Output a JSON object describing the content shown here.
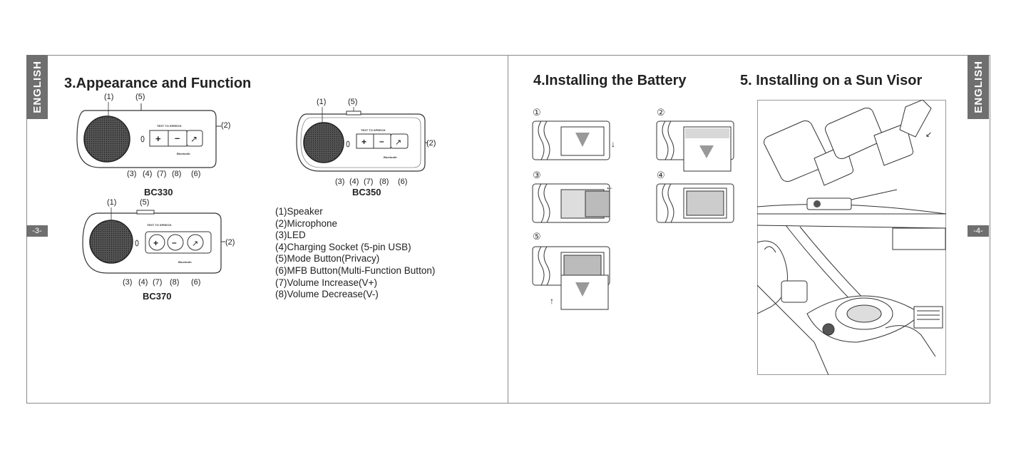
{
  "tabs": {
    "language": "ENGLISH",
    "page_left": "-3-",
    "page_right": "-4-"
  },
  "left_page": {
    "title": "3.Appearance and Function",
    "devices": [
      {
        "model": "BC330"
      },
      {
        "model": "BC350"
      },
      {
        "model": "BC370"
      }
    ],
    "callouts": [
      "(1)",
      "(2)",
      "(3)",
      "(4)",
      "(5)",
      "(6)",
      "(7)",
      "(8)"
    ],
    "device_print": {
      "top_label": "TEXT TO SPEECH",
      "brand": "Bluetooth"
    },
    "functions": [
      "(1)Speaker",
      "(2)Microphone",
      "(3)LED",
      "(4)Charging Socket (5-pin USB)",
      "(5)Mode Button(Privacy)",
      "(6)MFB Button(Multi-Function Button)",
      "(7)Volume Increase(V+)",
      "(8)Volume Decrease(V-)"
    ]
  },
  "right_page": {
    "battery_title": "4.Installing the Battery",
    "visor_title": "5. Installing on a  Sun Visor",
    "steps": [
      "①",
      "②",
      "③",
      "④",
      "⑤"
    ]
  }
}
